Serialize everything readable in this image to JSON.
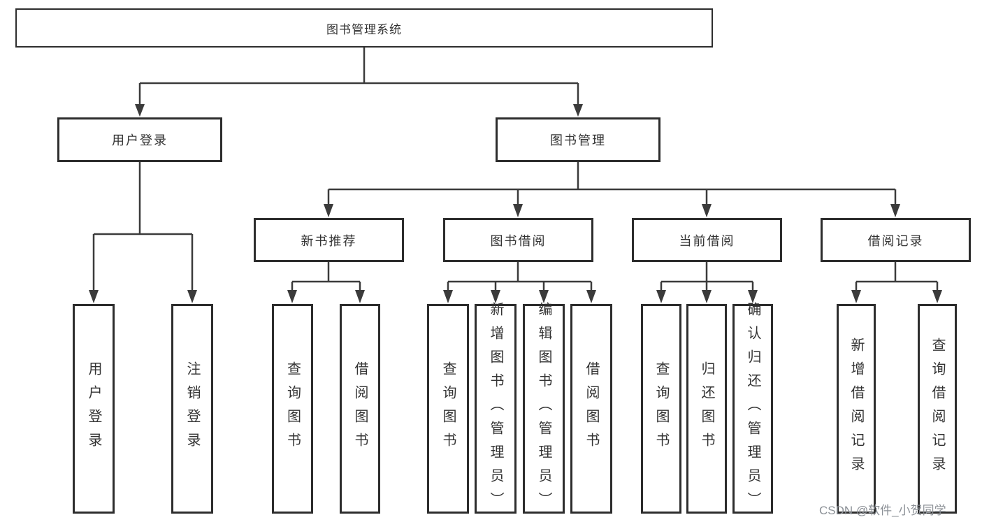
{
  "tree": {
    "label": "图书管理系统",
    "children": [
      {
        "label": "用户登录",
        "children": [
          {
            "label": "用户登录"
          },
          {
            "label": "注销登录"
          }
        ]
      },
      {
        "label": "图书管理",
        "children": [
          {
            "label": "新书推荐",
            "children": [
              {
                "label": "查询图书"
              },
              {
                "label": "借阅图书"
              }
            ]
          },
          {
            "label": "图书借阅",
            "children": [
              {
                "label": "查询图书"
              },
              {
                "label": "新增图书（管理员）"
              },
              {
                "label": "编辑图书（管理员）"
              },
              {
                "label": "借阅图书"
              }
            ]
          },
          {
            "label": "当前借阅",
            "children": [
              {
                "label": "查询图书"
              },
              {
                "label": "归还图书"
              },
              {
                "label": "确认归还（管理员）"
              }
            ]
          },
          {
            "label": "借阅记录",
            "children": [
              {
                "label": "新增借阅记录"
              },
              {
                "label": "查询借阅记录"
              }
            ]
          }
        ]
      }
    ]
  },
  "watermark": {
    "text": "CSDN @软件_小贺同学"
  },
  "colors": {
    "line": "#3b3b3b",
    "border": "#2d2d2d",
    "text": "#333333",
    "watermark": "#8b9096",
    "background": "#ffffff"
  }
}
